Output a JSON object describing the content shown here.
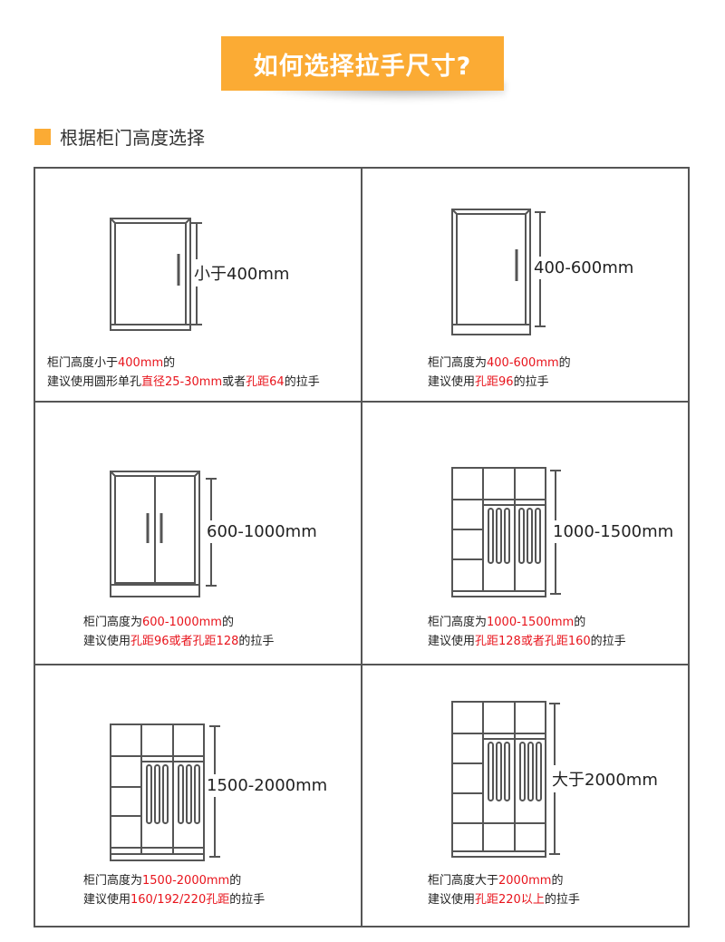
{
  "banner": {
    "title": "如何选择拉手尺寸?",
    "color": "#fbab34"
  },
  "section": {
    "title": "根据柜门高度选择",
    "marker_color": "#fbab34"
  },
  "highlight_color": "#e8141c",
  "cells": [
    {
      "figure": "single-door-short-cabinet-icon",
      "dimension_label": "小于400mm",
      "caption_line1": [
        {
          "text": "柜门高度小于",
          "red": false
        },
        {
          "text": "400mm",
          "red": true
        },
        {
          "text": "的",
          "red": false
        }
      ],
      "caption_line2": [
        {
          "text": "建议使用圆形单孔",
          "red": false
        },
        {
          "text": "直径25-30mm",
          "red": true
        },
        {
          "text": "或者",
          "red": false
        },
        {
          "text": "孔距64",
          "red": true
        },
        {
          "text": "的拉手",
          "red": false
        }
      ]
    },
    {
      "figure": "single-door-tall-cabinet-icon",
      "dimension_label": "400-600mm",
      "caption_line1": [
        {
          "text": "柜门高度为",
          "red": false
        },
        {
          "text": "400-600mm",
          "red": true
        },
        {
          "text": "的",
          "red": false
        }
      ],
      "caption_line2": [
        {
          "text": "建议使用",
          "red": false
        },
        {
          "text": "孔距96",
          "red": true
        },
        {
          "text": "的拉手",
          "red": false
        }
      ]
    },
    {
      "figure": "double-door-cabinet-icon",
      "dimension_label": "600-1000mm",
      "caption_line1": [
        {
          "text": "柜门高度为",
          "red": false
        },
        {
          "text": "600-1000mm",
          "red": true
        },
        {
          "text": "的",
          "red": false
        }
      ],
      "caption_line2": [
        {
          "text": "建议使用",
          "red": false
        },
        {
          "text": "孔距96或者孔距128",
          "red": true
        },
        {
          "text": "的拉手",
          "red": false
        }
      ]
    },
    {
      "figure": "wardrobe-small-icon",
      "dimension_label": "1000-1500mm",
      "caption_line1": [
        {
          "text": "柜门高度为",
          "red": false
        },
        {
          "text": "1000-1500mm",
          "red": true
        },
        {
          "text": "的",
          "red": false
        }
      ],
      "caption_line2": [
        {
          "text": "建议使用",
          "red": false
        },
        {
          "text": "孔距128或者孔距160",
          "red": true
        },
        {
          "text": "的拉手",
          "red": false
        }
      ]
    },
    {
      "figure": "wardrobe-medium-icon",
      "dimension_label": "1500-2000mm",
      "caption_line1": [
        {
          "text": "柜门高度为",
          "red": false
        },
        {
          "text": "1500-2000mm",
          "red": true
        },
        {
          "text": "的",
          "red": false
        }
      ],
      "caption_line2": [
        {
          "text": "建议使用",
          "red": false
        },
        {
          "text": "160/192/220孔距",
          "red": true
        },
        {
          "text": "的拉手",
          "red": false
        }
      ]
    },
    {
      "figure": "wardrobe-large-icon",
      "dimension_label": "大于2000mm",
      "caption_line1": [
        {
          "text": "柜门高度大于",
          "red": false
        },
        {
          "text": "2000mm",
          "red": true
        },
        {
          "text": "的",
          "red": false
        }
      ],
      "caption_line2": [
        {
          "text": "建议使用",
          "red": false
        },
        {
          "text": "孔距220以上",
          "red": true
        },
        {
          "text": "的拉手",
          "red": false
        }
      ]
    }
  ]
}
